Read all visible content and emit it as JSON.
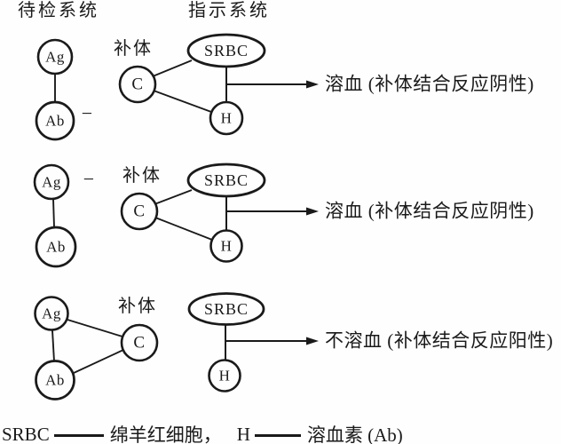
{
  "headers": {
    "left": "待检系统",
    "right": "指示系统"
  },
  "node_labels": {
    "ag": "Ag",
    "ab": "Ab",
    "c": "C",
    "srbc": "SRBC",
    "h": "H"
  },
  "complement_label": "补体",
  "minus_sign": "−",
  "rows": [
    {
      "result": "溶血 (补体结合反应阴性)"
    },
    {
      "result": "溶血 (补体结合反应阴性)"
    },
    {
      "result": "不溶血 (补体结合反应阳性)"
    }
  ],
  "legend": {
    "srbc_abbr": "SRBC",
    "srbc_name": "绵羊红细胞，",
    "h_abbr": "H",
    "h_name": "溶血素 (Ab)"
  },
  "colors": {
    "ink": "#1a1a1a",
    "background": "#fefefe"
  }
}
